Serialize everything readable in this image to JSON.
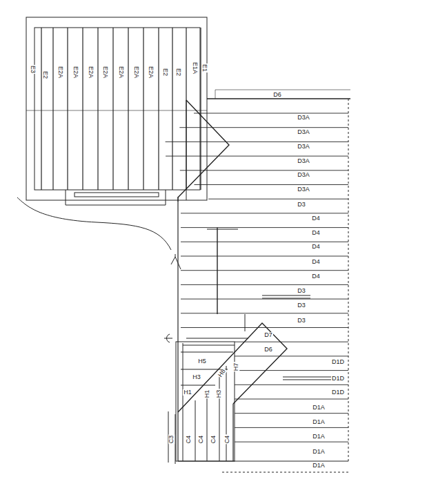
{
  "diagram": {
    "labels": [
      "E3",
      "E2",
      "E2A",
      "E2A",
      "E2A",
      "E2A",
      "E2A",
      "E2A",
      "E2A",
      "E2",
      "E2",
      "E1A",
      "E1",
      "D6",
      "D3A",
      "D3A",
      "D3A",
      "D3A",
      "D3A",
      "D3A",
      "D3",
      "D4",
      "D4",
      "D4",
      "D4",
      "D4",
      "D3",
      "D3",
      "D3",
      "D7",
      "D6",
      "D1D",
      "D1D",
      "D1D",
      "D1A",
      "D1A",
      "D1A",
      "D1A",
      "D1A",
      "H5",
      "H3",
      "H8",
      "H7",
      "H1",
      "H1",
      "H3",
      "C3",
      "C4",
      "C4",
      "C4",
      "C4"
    ]
  }
}
